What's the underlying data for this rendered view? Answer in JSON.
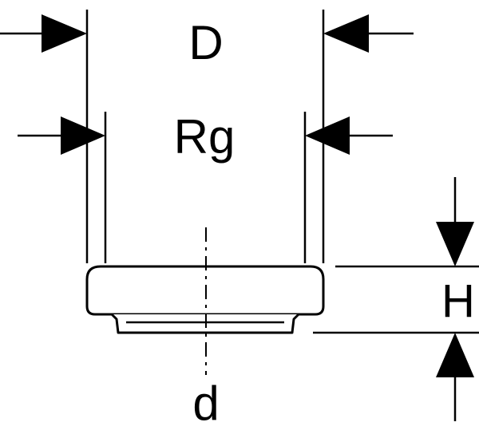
{
  "drawing": {
    "labels": {
      "outer_diameter": "D",
      "thread": "Rg",
      "inner_diameter": "d",
      "height": "H"
    },
    "colors": {
      "line": "#000000",
      "background": "#ffffff"
    }
  }
}
